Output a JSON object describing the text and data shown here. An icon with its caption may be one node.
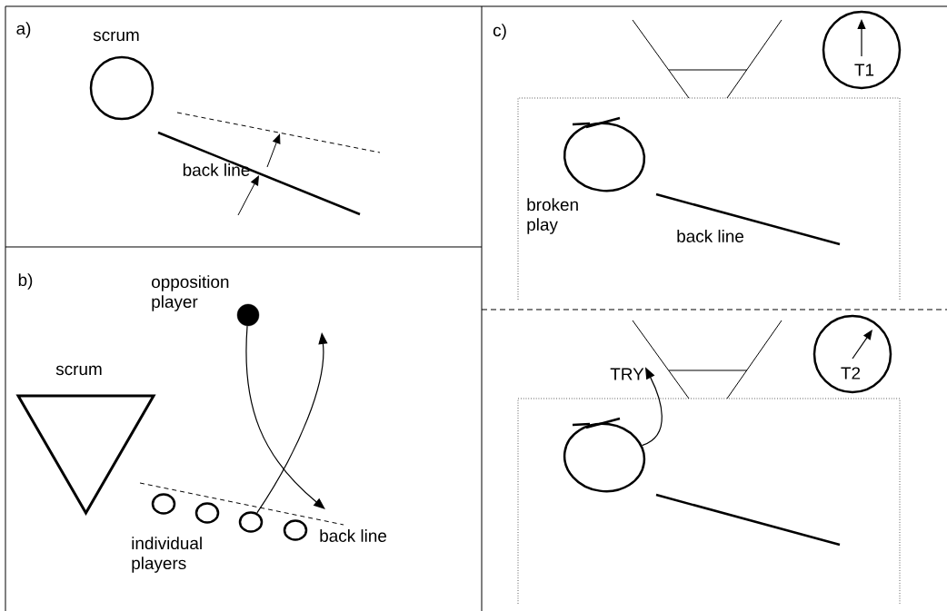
{
  "diagram": {
    "nodes": [
      {
        "text": [
          "scrum"
        ]
      },
      {
        "text": [
          "opposition player"
        ]
      },
      {
        "text": [
          "scrum"
        ]
      },
      {
        "text": [],
        "shape": "circle"
      },
      {
        "text": [],
        "shape": "circle"
      },
      {
        "text": [],
        "shape": "circle"
      },
      {
        "text": [],
        "shape": "circle"
      },
      {
        "text": [
          "broken play"
        ]
      },
      {
        "text": [
          "T1"
        ]
      },
      {
        "text": [],
        "shape": "circle"
      },
      {
        "text": [
          "TRY"
        ]
      },
      {
        "text": [
          "T2"
        ]
      }
    ],
    "edges": [
      {
        "from": 1,
        "to": null,
        "arrow": "to"
      },
      {
        "from": 5,
        "to": null,
        "arrow": "to"
      },
      {
        "from": 9,
        "to": 10,
        "arrow": "to"
      }
    ],
    "labels": [
      "a)",
      "back line",
      "b)",
      "individual players",
      "back line",
      "c)",
      "back line"
    ]
  }
}
